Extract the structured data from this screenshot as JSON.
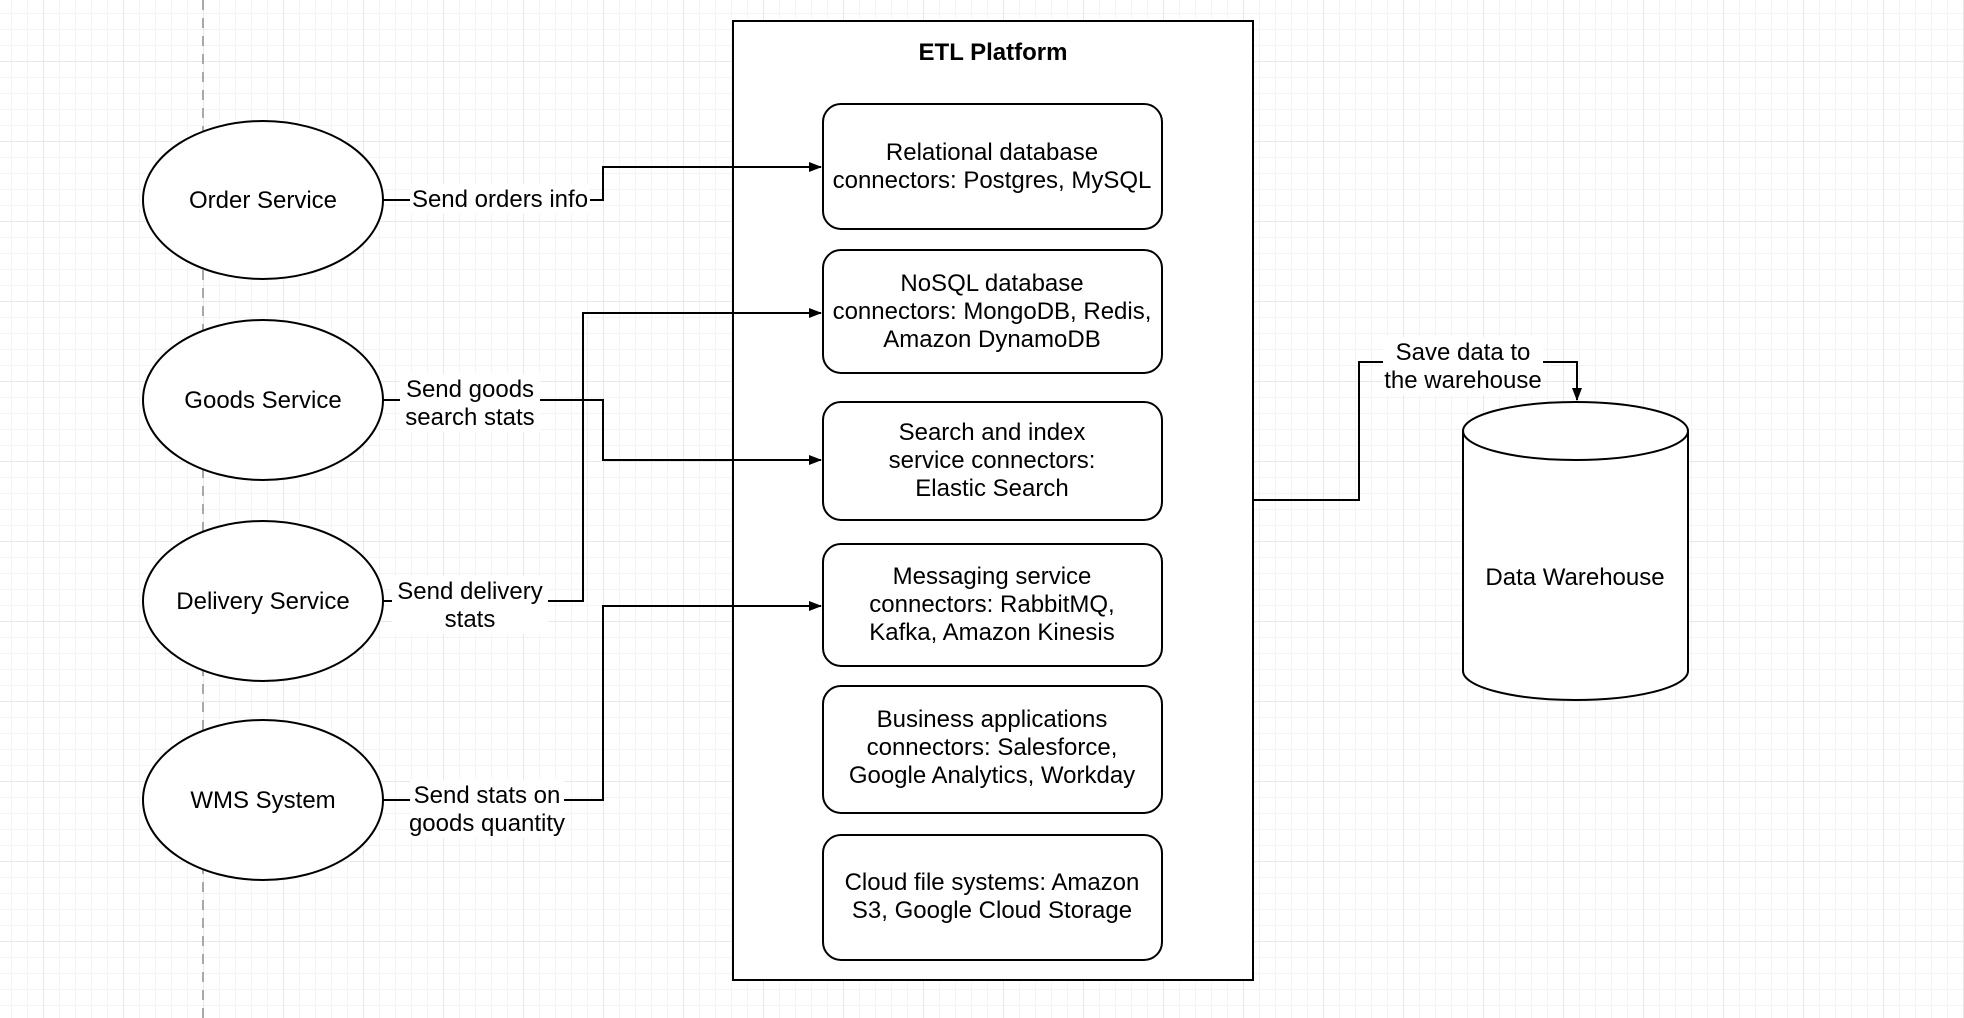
{
  "diagram": {
    "services": [
      {
        "id": "order-service",
        "label": "Order Service"
      },
      {
        "id": "goods-service",
        "label": "Goods Service"
      },
      {
        "id": "delivery-service",
        "label": "Delivery Service"
      },
      {
        "id": "wms-system",
        "label": "WMS System"
      }
    ],
    "etl_platform": {
      "title": "ETL Platform",
      "connector_boxes": [
        {
          "id": "relational-db",
          "lines": [
            "Relational database",
            "connectors: Postgres, MySQL"
          ]
        },
        {
          "id": "nosql-db",
          "lines": [
            "NoSQL database",
            "connectors: MongoDB, Redis,",
            "Amazon DynamoDB"
          ]
        },
        {
          "id": "search-index",
          "lines": [
            "Search and index",
            "service connectors:",
            "Elastic Search"
          ]
        },
        {
          "id": "messaging",
          "lines": [
            "Messaging service",
            "connectors: RabbitMQ,",
            "Kafka, Amazon Kinesis"
          ]
        },
        {
          "id": "business-apps",
          "lines": [
            "Business applications",
            "connectors: Salesforce,",
            "Google Analytics, Workday"
          ]
        },
        {
          "id": "cloud-files",
          "lines": [
            "Cloud file systems: Amazon",
            "S3, Google Cloud Storage"
          ]
        }
      ]
    },
    "warehouse": {
      "label": "Data Warehouse"
    },
    "edges": [
      {
        "from": "Order Service",
        "to": "Relational database connectors",
        "label_lines": [
          "Send orders info"
        ]
      },
      {
        "from": "Goods Service",
        "to": "Search and index service connectors",
        "label_lines": [
          "Send goods",
          "search stats"
        ]
      },
      {
        "from": "Delivery Service",
        "to": "NoSQL database connectors",
        "label_lines": [
          "Send delivery",
          "stats"
        ]
      },
      {
        "from": "WMS System",
        "to": "Messaging service connectors",
        "label_lines": [
          "Send stats on",
          "goods quantity"
        ]
      },
      {
        "from": "ETL Platform",
        "to": "Data Warehouse",
        "label_lines": [
          "Save data to",
          "the warehouse"
        ]
      }
    ],
    "colors": {
      "shape_stroke": "#000000",
      "shape_fill": "#ffffff",
      "grid_minor": "#f4f4f4",
      "grid_major": "#e8e8e8",
      "page_boundary": "#a9a9a9"
    }
  }
}
